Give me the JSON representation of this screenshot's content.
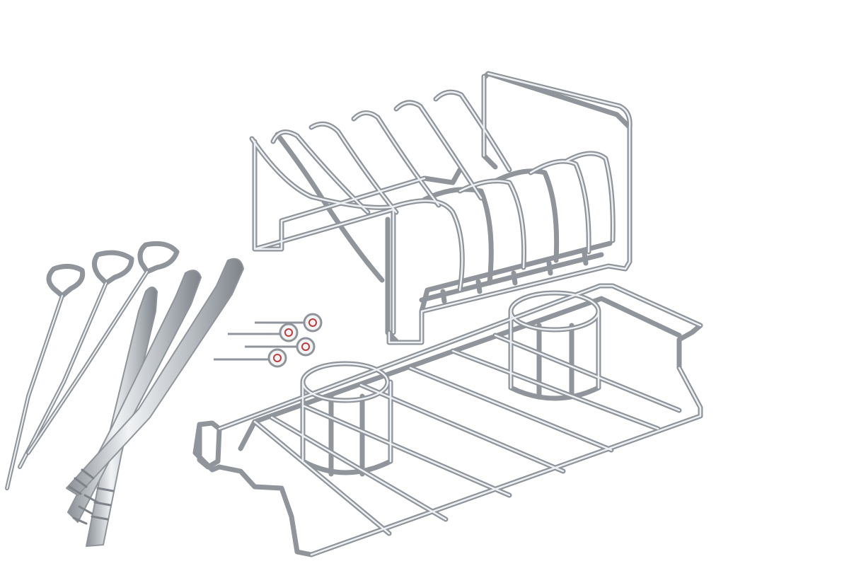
{
  "scene": {
    "background": "#ffffff",
    "steel_dark": "#8f959b",
    "steel_mid": "#c3c8cd",
    "steel_light": "#eef1f3",
    "objects": [
      {
        "name": "rib-rack",
        "icon": "rib-rack-icon"
      },
      {
        "name": "poultry-roaster-rack",
        "icon": "roaster-rack-icon"
      },
      {
        "name": "skewers",
        "count": 6,
        "icon": "skewer-icon"
      },
      {
        "name": "meat-thermometers",
        "count": 4,
        "icon": "thermometer-icon"
      }
    ]
  }
}
